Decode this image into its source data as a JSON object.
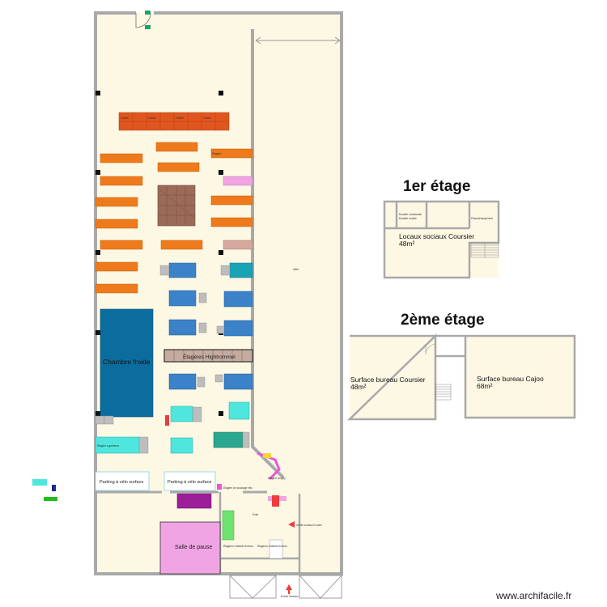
{
  "floors": {
    "first": {
      "title": "1er étage",
      "room_name": "Locaux sociaux Coursier",
      "room_area": "48m²",
      "small_labels": [
        "Escalier coulissante",
        "Escalier double",
        "Placard/rangement"
      ]
    },
    "second": {
      "title": "2ème étage",
      "room1_name": "Surface bureau Coursier",
      "room1_area": "48m²",
      "room2_name": "Surface bureau Cajoo",
      "room2_area": "68m²"
    }
  },
  "ground": {
    "cold_room": "Chambre froide",
    "high_shelving": "Étagères Hightrommel",
    "bike_parking_1": "Parking à vélo surface",
    "bike_parking_2": "Parking à vélo surface",
    "break_room": "Salle de pause",
    "pallet_label": "Palette",
    "shelf_label": "Étagère",
    "small_shelf_label": "Étagère supérieure",
    "delivery_entry": "Entrée livraison",
    "wide_aisle": "Allée",
    "exit_label": "Sortie bureaux/Courier",
    "kitchen_label": "Évier",
    "annex_label_1": "Étagères d'attente livreurs",
    "annex_label_2": "Étagères d'attente livreurs",
    "charge_label": "Étagère de stockage vélo",
    "ramp_label": "Étagère Supply"
  },
  "watermark": "www.archifacile.fr",
  "colors": {
    "wall": "#a9a9a9",
    "floor": "#fdf8e4",
    "orange": "#ee7a1b",
    "red_orange": "#e0561f",
    "blue": "#3b82c8",
    "cyan": "#4fe6de",
    "teal": "#2aa88f",
    "cold": "#0b6d9e",
    "brown": "#9a6b57",
    "pink": "#f0a4e4",
    "purple": "#9c1e98",
    "green": "#6fe36f",
    "red": "#ef3b3b"
  }
}
